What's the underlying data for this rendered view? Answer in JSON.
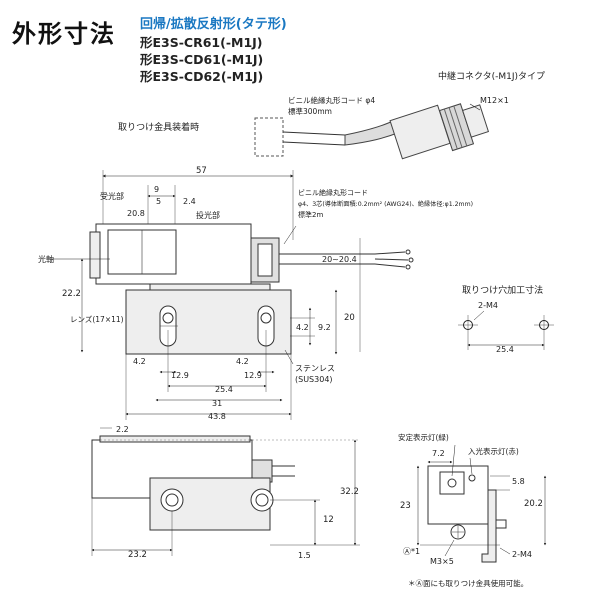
{
  "header": {
    "title": "外形寸法",
    "subtitle": "回帰/拡散反射形(タテ形)",
    "models": [
      "形E3S-CR61(-M1J)",
      "形E3S-CD61(-M1J)",
      "形E3S-CD62(-M1J)"
    ]
  },
  "connector_view": {
    "caption": "中継コネクタ(-M1J)タイプ",
    "cable_label": "ビニル絶縁丸形コード φ4",
    "cable_length": "標準300mm",
    "thread_label": "M12×1",
    "mount_label": "取りつけ金具装着時"
  },
  "front_view": {
    "dim_top": "57",
    "dim_9": "9",
    "dim_5": "5",
    "dim_2_4": "2.4",
    "dim_20_8": "20.8",
    "receiver_label": "受光部",
    "emitter_label": "投光部",
    "optical_axis_label": "光軸",
    "cable_label": "ビニル絶縁丸形コード",
    "cable_spec": "φ4、3芯(導体断面積:0.2mm² (AWG24)、絶縁体径:φ1.2mm)",
    "cable_length": "標準2m",
    "dim_20_20_4": "20~20.4",
    "dim_22_2": "22.2",
    "lens_label": "レンズ(17×11)",
    "dim_4_2": "4.2",
    "dim_9_2": "9.2",
    "dim_20": "20",
    "dim_4_2_left": "4.2",
    "dim_4_2_right": "4.2",
    "dim_12_9_left": "12.9",
    "dim_12_9_right": "12.9",
    "dim_25_4": "25.4",
    "dim_31": "31",
    "dim_43_8": "43.8",
    "stainless_label": "ステンレス",
    "stainless_spec": "(SUS304)"
  },
  "hole_view": {
    "caption": "取りつけ穴加工寸法",
    "hole_label": "2-M4",
    "pitch": "25.4"
  },
  "bottom_view": {
    "dim_2_2": "2.2",
    "dim_32_2": "32.2",
    "dim_12": "12",
    "dim_1_5": "1.5",
    "dim_23_2": "23.2"
  },
  "side_view": {
    "stability_label": "安定表示灯(緑)",
    "input_label": "入光表示灯(赤)",
    "dim_7_2": "7.2",
    "dim_5_8": "5.8",
    "dim_23": "23",
    "dim_20_2": "20.2",
    "screw_label": "M3×5",
    "hole_label": "2-M4",
    "mark_label": "Ⓐ*1",
    "footnote": "＊Ⓐ面にも取りつけ金具使用可能。"
  }
}
